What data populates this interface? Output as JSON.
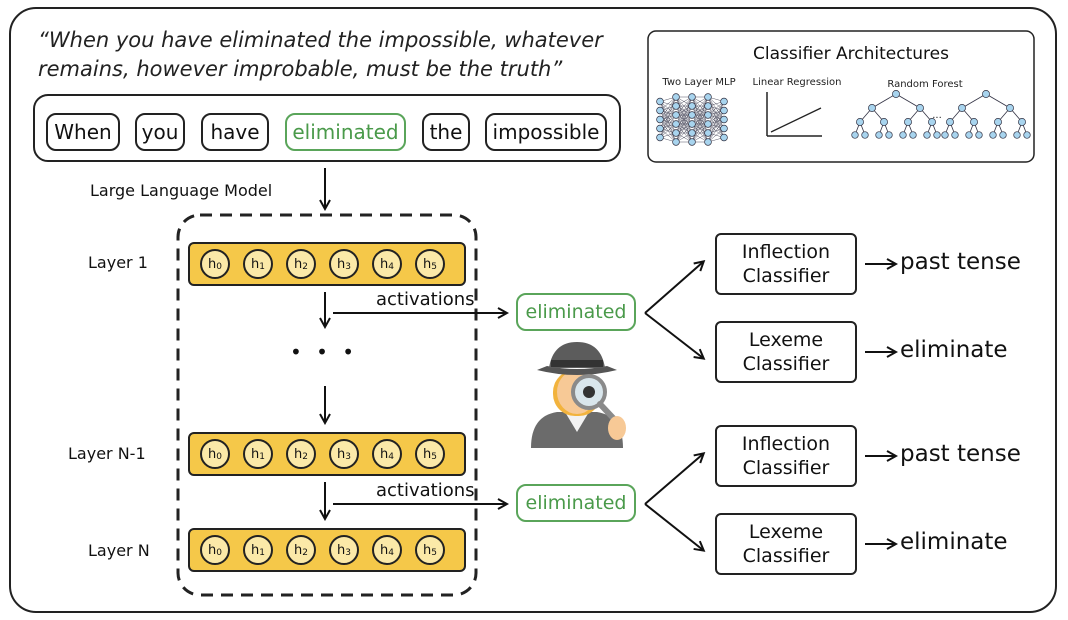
{
  "quote": {
    "line1": "“When you have eliminated the impossible, whatever",
    "line2": "remains, however improbable, must be the truth”"
  },
  "tokens": [
    "When",
    "you",
    "have",
    "eliminated",
    "the",
    "impossible"
  ],
  "highlight_token": "eliminated",
  "model_label": "Large Language Model",
  "layers": [
    {
      "label": "Layer 1"
    },
    {
      "label": "Layer N-1"
    },
    {
      "label": "Layer N"
    }
  ],
  "hidden_units": [
    "0",
    "1",
    "2",
    "3",
    "4",
    "5"
  ],
  "hidden_letter": "h",
  "ellipsis": "• • •",
  "activations_label": "activations",
  "probe_token": "eliminated",
  "classifiers": {
    "inflection": [
      "Inflection",
      "Classifier"
    ],
    "lexeme": [
      "Lexeme",
      "Classifier"
    ]
  },
  "outputs": {
    "inflection": "past tense",
    "lexeme": "eliminate"
  },
  "architectures": {
    "title": "Classifier Architectures",
    "mlp": "Two Layer MLP",
    "linear": "Linear Regression",
    "forest": "Random Forest",
    "forest_ellipsis": "..."
  },
  "detective_icon": "detective-emoji-icon",
  "colors": {
    "layer_fill": "#f5c849",
    "highlight": "#5aa55a",
    "node": "#a8d4ee"
  }
}
